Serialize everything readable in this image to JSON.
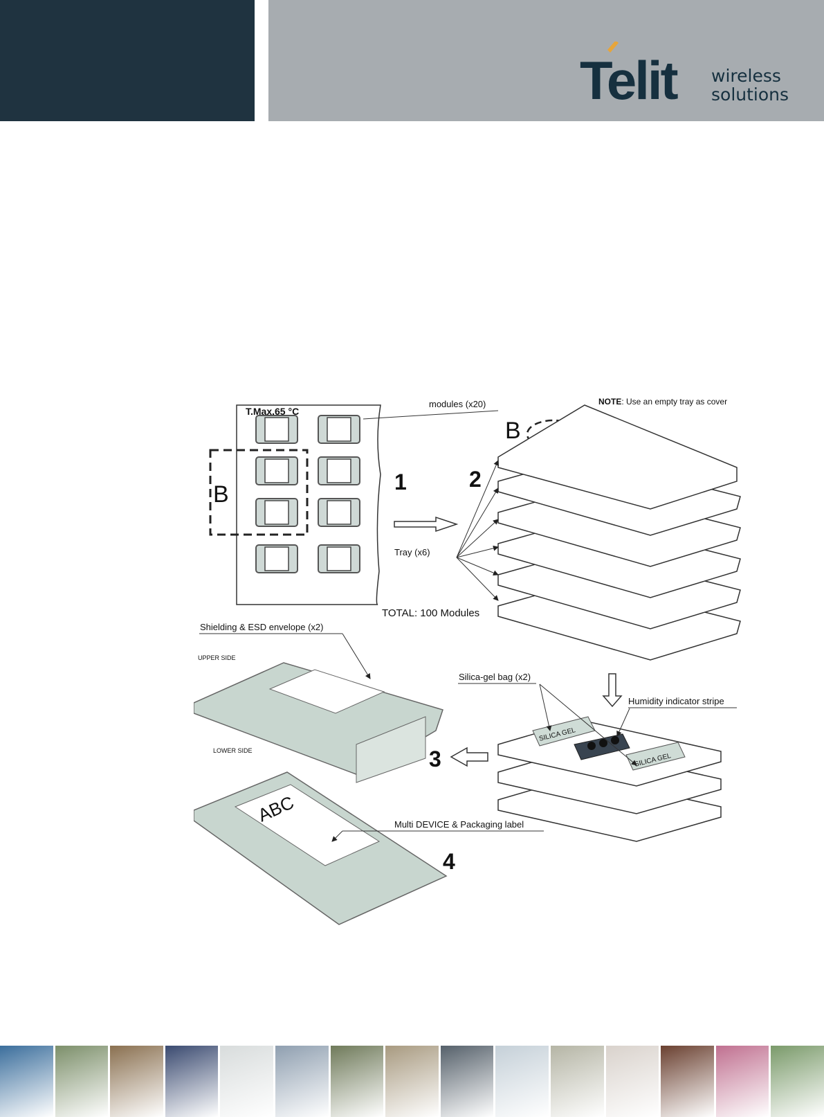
{
  "header": {
    "logo_text": "Telit",
    "tagline_line1": "wireless",
    "tagline_line2": "solutions",
    "dark_color": "#1f3340",
    "grey_color": "#a7acb0"
  },
  "figure": {
    "tray_label": "T.Max.65 °C",
    "modules_label": "modules (x20)",
    "detail_b": "B",
    "detail_b2": "B",
    "note_bold": "NOTE",
    "note_text": ": Use an empty tray as cover",
    "step1": "1",
    "step2": "2",
    "step3": "3",
    "step4": "4",
    "tray_count": "Tray (x6)",
    "total": "TOTAL: 100 Modules",
    "envelope": "Shielding & ESD envelope (x2)",
    "upper_side": "UPPER SIDE",
    "lower_side": "LOWER SIDE",
    "silica": "Silica-gel bag (x2)",
    "humidity": "Humidity indicator stripe",
    "label_text": "Multi DEVICE & Packaging label",
    "abc": "ABC",
    "silica_gel_a": "SILICA GEL",
    "silica_gel_b": "SILICA GEL"
  },
  "footer_strip": {
    "tile_colors": [
      "#3b6e9c",
      "#7c8f6a",
      "#8a7050",
      "#3a4a70",
      "#d8dcdc",
      "#8f9fb0",
      "#6f7a5a",
      "#a89a80",
      "#55606a",
      "#c5d0d8",
      "#b5b5a5",
      "#d9d2cc",
      "#6a4030",
      "#c07090",
      "#7a9a6a"
    ]
  }
}
